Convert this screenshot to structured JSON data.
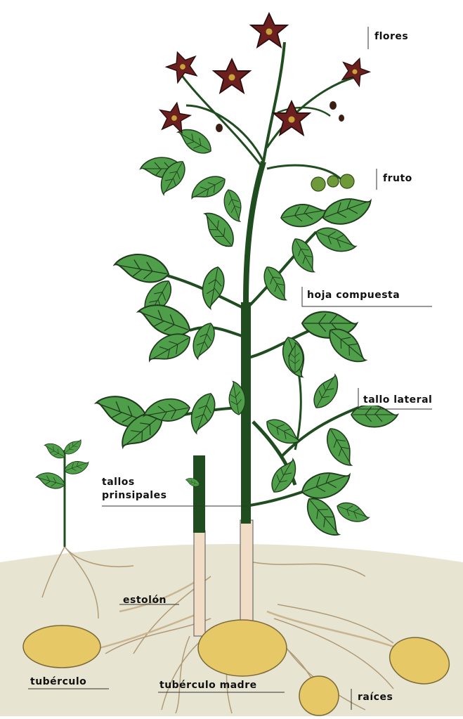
{
  "diagram": {
    "labels": {
      "flores": "flores",
      "fruto": "fruto",
      "hoja_compuesta": "hoja compuesta",
      "tallo_lateral": "tallo lateral",
      "tallos_principales": "tallos\nprinsipales",
      "estolon": "estolón",
      "tuberculo": "tubérculo",
      "tuberculo_madre": "tubérculo madre",
      "raices": "raíces"
    },
    "colors": {
      "leaf": "#4f9e4a",
      "leaf_vein": "#1f3b1c",
      "stem": "#1f4d1f",
      "flower": "#6b1f1f",
      "fruit": "#6f9a3a",
      "soil": "#e8e4d2",
      "tuber": "#e6c866",
      "root": "#b09a78",
      "underground_stem": "#f1dcc6"
    }
  }
}
